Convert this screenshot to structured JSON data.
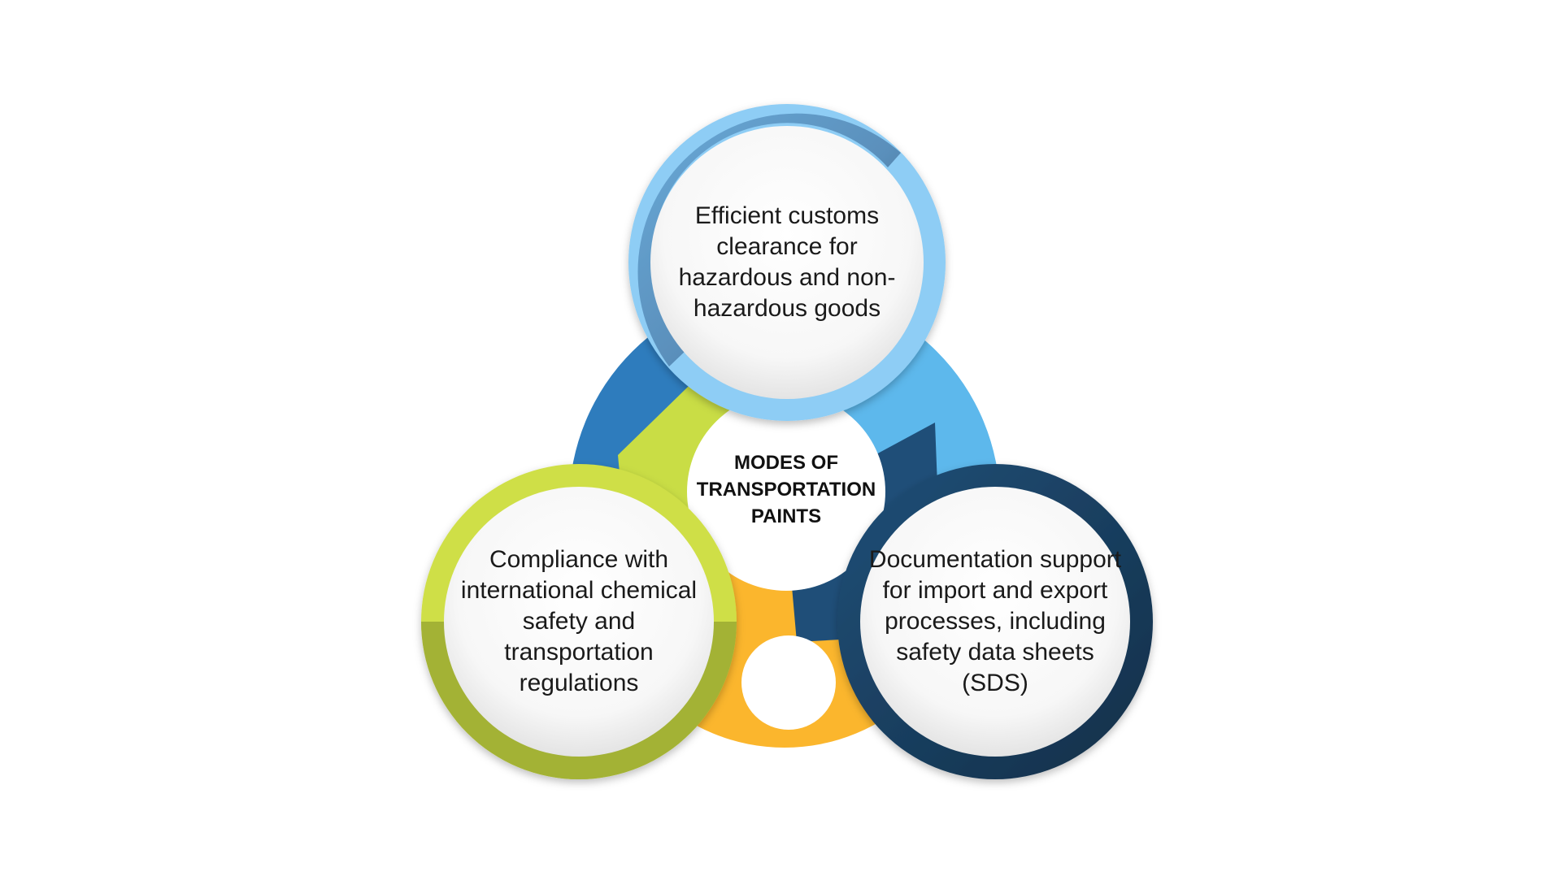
{
  "center": {
    "title": "MODES OF TRANSPORTATION PAINTS"
  },
  "nodes": [
    {
      "id": "top",
      "text": "Efficient customs clearance for hazardous and non-hazardous goods",
      "ring_color_a": "#6ea8d8",
      "ring_color_b": "#8ecdf5"
    },
    {
      "id": "left",
      "text": "Compliance with international chemical safety and transportation regulations",
      "ring_color_a": "#cfdf47",
      "ring_color_b": "#a3b236"
    },
    {
      "id": "right",
      "text": "Documentation support for import and export processes, including safety data sheets (SDS)",
      "ring_color_a": "#1e4d75",
      "ring_color_b": "#173a5a"
    }
  ],
  "colors": {
    "segment_blue_dark": "#2e7cbd",
    "segment_blue_light": "#5db8ec",
    "segment_orange": "#fbb62d",
    "segment_green": "#c9dd45",
    "segment_navy": "#1f4e78"
  }
}
